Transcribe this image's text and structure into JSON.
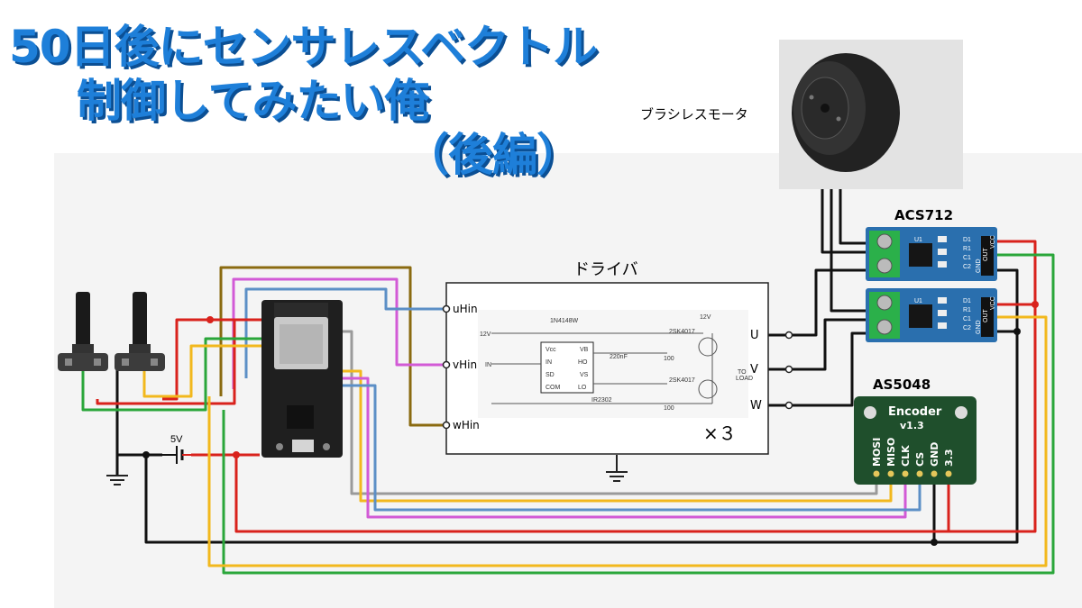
{
  "title": {
    "line1": "50日後にセンサレスベクトル",
    "line2": "制御してみたい俺",
    "line3": "（後編）"
  },
  "labels": {
    "motor": "ブラシレスモータ",
    "driver": "ドライバ",
    "acs": "ACS712",
    "as5048": "AS5048",
    "supply": "5V",
    "multiplier": "×３"
  },
  "driver_pins": {
    "inputs": [
      "uHin",
      "vHin",
      "wHin"
    ],
    "outputs": [
      "U",
      "V",
      "W"
    ]
  },
  "driver_circuit": {
    "diode": "1N4148W",
    "supply": "12V",
    "supply2": "12V",
    "in": "IN",
    "ic": "IR2302",
    "vcc": "Vcc",
    "in_pin": "IN",
    "sd_pin": "SD",
    "com_pin": "COM",
    "vb_pin": "VB",
    "ho_pin": "HO",
    "vs_pin": "VS",
    "lo_pin": "LO",
    "cap": "220nF",
    "mosfet_high": "2SK4017",
    "mosfet_low": "2SK4017",
    "r_high": "100",
    "r_low": "100",
    "to_load": "TO",
    "to_load2": "LOAD"
  },
  "acs_module": {
    "chip": "U1",
    "leds": [
      "D1",
      "R1",
      "C1",
      "C2"
    ],
    "pins": [
      "GND",
      "OUT",
      "VCC"
    ]
  },
  "encoder_board": {
    "name": "Encoder",
    "version": "v1.3",
    "pins": [
      "MOSI",
      "MISO",
      "CLK",
      "CS",
      "GND",
      "3.3"
    ]
  },
  "colors": {
    "title": "#1e7fd9",
    "wire_red": "#d9221c",
    "wire_green": "#2aa63a",
    "wire_yellow": "#f2b81d",
    "wire_blue": "#5c8fc6",
    "wire_magenta": "#d25ad6",
    "wire_brown": "#8a6a10",
    "wire_gray": "#9a9a9a",
    "wire_black": "#111111",
    "module_blue": "#2a6fae",
    "encoder_green": "#1f4f2c"
  }
}
